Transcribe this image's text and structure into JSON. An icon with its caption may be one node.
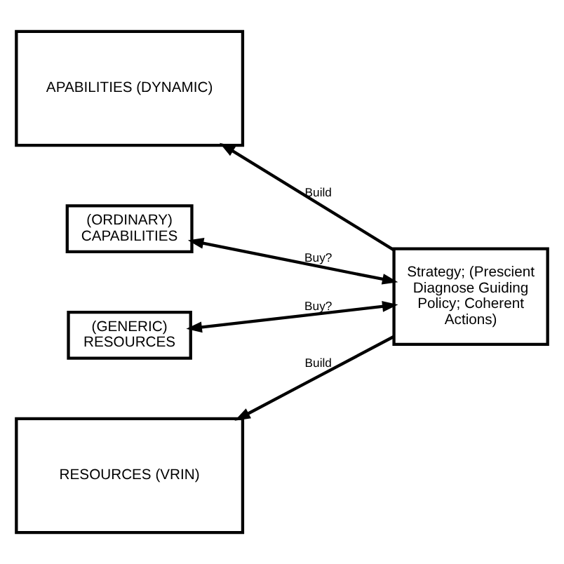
{
  "diagram": {
    "nodes": [
      {
        "text": [
          "APABILITIES (DYNAMIC)"
        ]
      },
      {
        "text": [
          "(ORDINARY) CAPABILITIES"
        ]
      },
      {
        "text": [
          "(GENERIC) RESOURCES"
        ]
      },
      {
        "text": [
          "Strategy; (Prescient Diagnose Guiding Policy; Coherent Actions)"
        ]
      },
      {
        "text": [
          "RESOURCES (VRIN)"
        ]
      }
    ],
    "edges": [
      {
        "from": 3,
        "to": 0,
        "arrow": "to",
        "label": "Build"
      },
      {
        "from": 3,
        "to": 1,
        "arrow": "both",
        "label": "Buy?"
      },
      {
        "from": 3,
        "to": 2,
        "arrow": "both",
        "label": "Buy?"
      },
      {
        "from": 3,
        "to": 4,
        "arrow": "to",
        "label": "Build"
      }
    ]
  }
}
